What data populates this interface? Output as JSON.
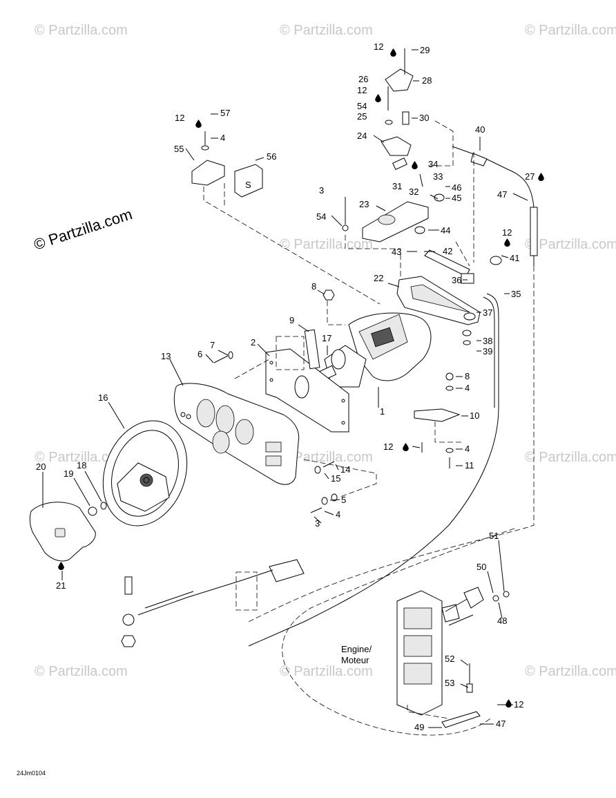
{
  "watermark": "© Partzilla.com",
  "brand": "© Partzilla.com",
  "diagram_code": "24Jm0104",
  "engine_label_line1": "Engine/",
  "engine_label_line2": "Moteur",
  "icons": {
    "lubricant": "oil-drop-icon",
    "copyright": "copyright-icon"
  },
  "callouts": [
    {
      "id": "c12a",
      "text": "12"
    },
    {
      "id": "c29",
      "text": "29"
    },
    {
      "id": "c28",
      "text": "28"
    },
    {
      "id": "c26",
      "text": "26"
    },
    {
      "id": "c12b",
      "text": "12"
    },
    {
      "id": "c54a",
      "text": "54"
    },
    {
      "id": "c25",
      "text": "25"
    },
    {
      "id": "c30",
      "text": "30"
    },
    {
      "id": "c24",
      "text": "24"
    },
    {
      "id": "c34",
      "text": "34"
    },
    {
      "id": "c33",
      "text": "33"
    },
    {
      "id": "c31",
      "text": "31"
    },
    {
      "id": "c32",
      "text": "32"
    },
    {
      "id": "c46",
      "text": "46"
    },
    {
      "id": "c45",
      "text": "45"
    },
    {
      "id": "c40",
      "text": "40"
    },
    {
      "id": "c27",
      "text": "27"
    },
    {
      "id": "c47a",
      "text": "47"
    },
    {
      "id": "c3a",
      "text": "3"
    },
    {
      "id": "c23",
      "text": "23"
    },
    {
      "id": "c54b",
      "text": "54"
    },
    {
      "id": "c44",
      "text": "44"
    },
    {
      "id": "c12c",
      "text": "12"
    },
    {
      "id": "c41",
      "text": "41"
    },
    {
      "id": "c43",
      "text": "43"
    },
    {
      "id": "c42",
      "text": "42"
    },
    {
      "id": "c22",
      "text": "22"
    },
    {
      "id": "c36",
      "text": "36"
    },
    {
      "id": "c35",
      "text": "35"
    },
    {
      "id": "c37",
      "text": "37"
    },
    {
      "id": "c38",
      "text": "38"
    },
    {
      "id": "c39",
      "text": "39"
    },
    {
      "id": "c12d",
      "text": "12"
    },
    {
      "id": "c57",
      "text": "57"
    },
    {
      "id": "c4a",
      "text": "4"
    },
    {
      "id": "c55",
      "text": "55"
    },
    {
      "id": "c56",
      "text": "56"
    },
    {
      "id": "c8a",
      "text": "8"
    },
    {
      "id": "c9",
      "text": "9"
    },
    {
      "id": "c17",
      "text": "17"
    },
    {
      "id": "c7",
      "text": "7"
    },
    {
      "id": "c6",
      "text": "6"
    },
    {
      "id": "c2",
      "text": "2"
    },
    {
      "id": "c13",
      "text": "13"
    },
    {
      "id": "c1",
      "text": "1"
    },
    {
      "id": "c8b",
      "text": "8"
    },
    {
      "id": "c4b",
      "text": "4"
    },
    {
      "id": "c10",
      "text": "10"
    },
    {
      "id": "c16",
      "text": "16"
    },
    {
      "id": "c12e",
      "text": "12"
    },
    {
      "id": "c4c",
      "text": "4"
    },
    {
      "id": "c11",
      "text": "11"
    },
    {
      "id": "c14",
      "text": "14"
    },
    {
      "id": "c15",
      "text": "15"
    },
    {
      "id": "c20",
      "text": "20"
    },
    {
      "id": "c19",
      "text": "19"
    },
    {
      "id": "c18",
      "text": "18"
    },
    {
      "id": "c5",
      "text": "5"
    },
    {
      "id": "c4d",
      "text": "4"
    },
    {
      "id": "c3b",
      "text": "3"
    },
    {
      "id": "c21",
      "text": "21"
    },
    {
      "id": "c51",
      "text": "51"
    },
    {
      "id": "c50",
      "text": "50"
    },
    {
      "id": "c48",
      "text": "48"
    },
    {
      "id": "c52",
      "text": "52"
    },
    {
      "id": "c53",
      "text": "53"
    },
    {
      "id": "c12f",
      "text": "12"
    },
    {
      "id": "c49",
      "text": "49"
    },
    {
      "id": "c47b",
      "text": "47"
    }
  ]
}
